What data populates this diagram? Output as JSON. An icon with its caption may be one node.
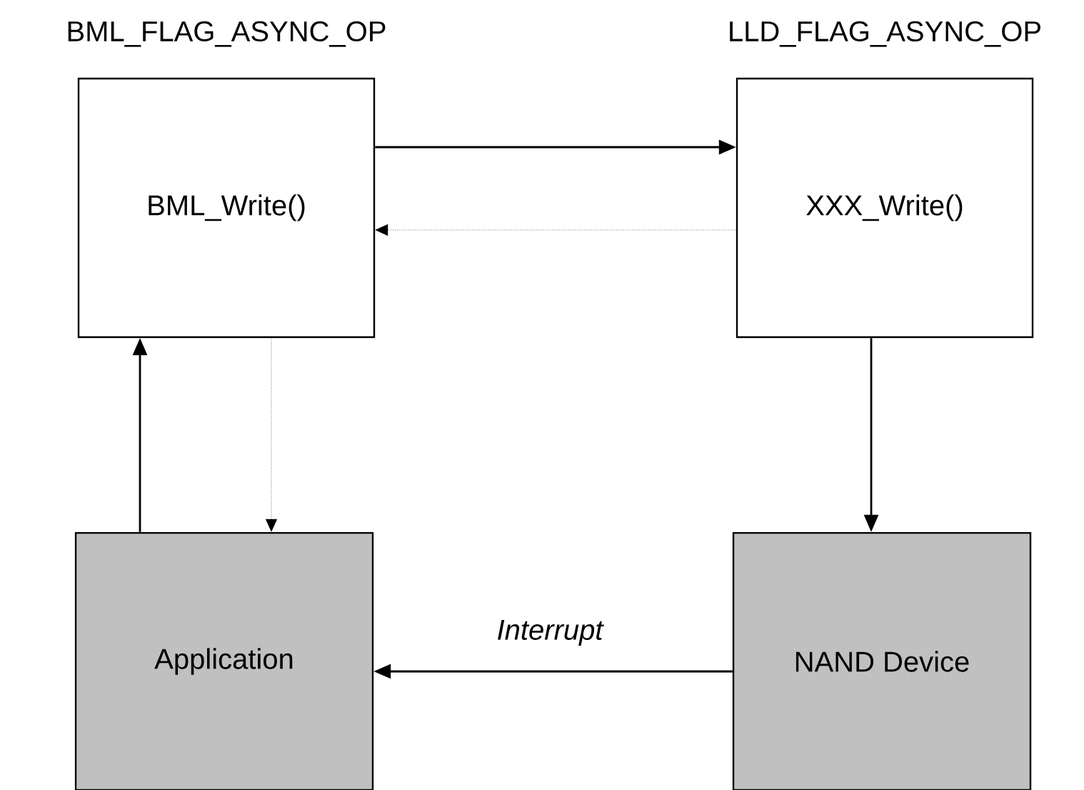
{
  "diagram": {
    "nodes": [
      {
        "text": [
          "BML_FLAG_ASYNC_OP",
          "BML_Write()"
        ]
      },
      {
        "text": [
          "LLD_FLAG_ASYNC_OP",
          "XXX_Write()"
        ]
      },
      {
        "text": [
          "Application"
        ]
      },
      {
        "text": [
          "NAND Device"
        ]
      }
    ],
    "edges": [
      {
        "from": 0,
        "to": 1,
        "arrow": "to"
      },
      {
        "from": 1,
        "to": 0,
        "arrow": "to",
        "style": "dashed",
        "color": "#808080"
      },
      {
        "from": 1,
        "to": 3,
        "arrow": "to"
      },
      {
        "from": 3,
        "to": 2,
        "arrow": "to",
        "label": "Interrupt"
      },
      {
        "from": 2,
        "to": 0,
        "arrow": "to"
      },
      {
        "from": 0,
        "to": 2,
        "arrow": "to",
        "style": "dashed",
        "color": "#808080"
      }
    ]
  }
}
